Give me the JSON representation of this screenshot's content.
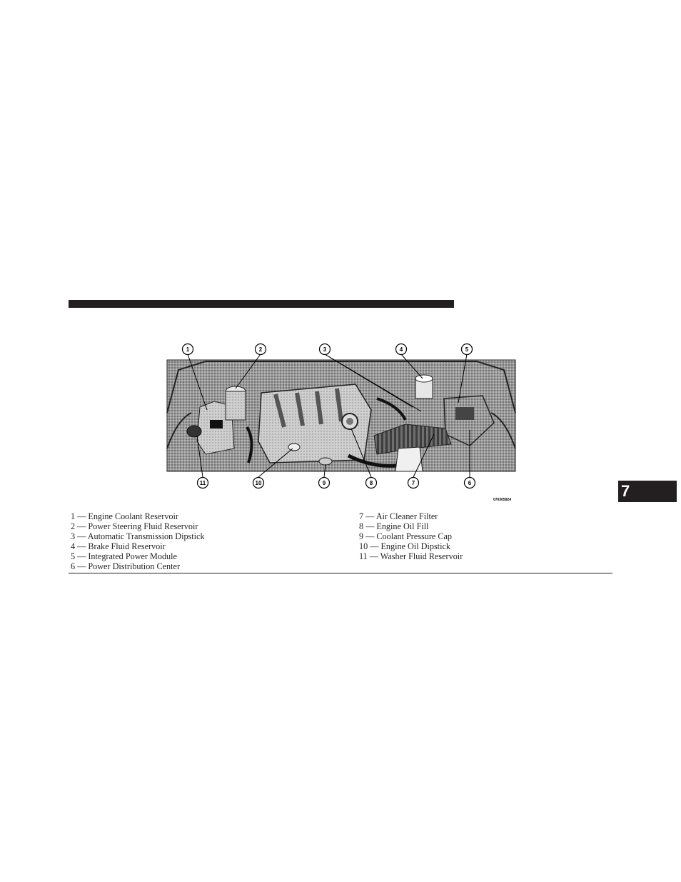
{
  "figure": {
    "callouts_top": [
      "1",
      "2",
      "3",
      "4",
      "5"
    ],
    "callouts_bottom": [
      "11",
      "10",
      "9",
      "8",
      "7",
      "6"
    ],
    "figure_id": "070305924"
  },
  "legend": {
    "left": [
      "1 — Engine Coolant Reservoir",
      "2 — Power Steering Fluid Reservoir",
      "3 — Automatic Transmission Dipstick",
      "4 — Brake Fluid Reservoir",
      "5 — Integrated Power Module",
      "6 — Power Distribution Center"
    ],
    "right": [
      "7 — Air Cleaner Filter",
      "8 — Engine Oil Fill",
      "9 — Coolant Pressure Cap",
      "10 — Engine Oil Dipstick",
      "11 — Washer Fluid Reservoir"
    ]
  },
  "chapter_tab": "7"
}
